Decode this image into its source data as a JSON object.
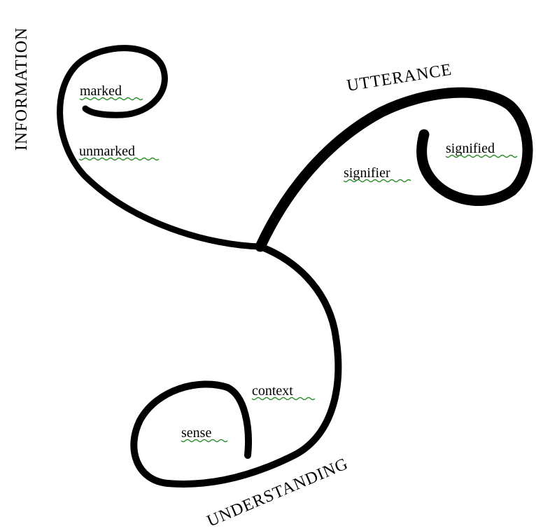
{
  "labels": {
    "information": "INFORMATION",
    "utterance": "UTTERANCE",
    "understanding": "UNDERSTANDING"
  },
  "terms": {
    "marked": "marked",
    "unmarked": "unmarked",
    "signifier": "signifier",
    "signified": "signified",
    "context": "context",
    "sense": "sense"
  },
  "colors": {
    "stroke": "#000000",
    "spellcheck_underline": "#2a8c2a"
  }
}
